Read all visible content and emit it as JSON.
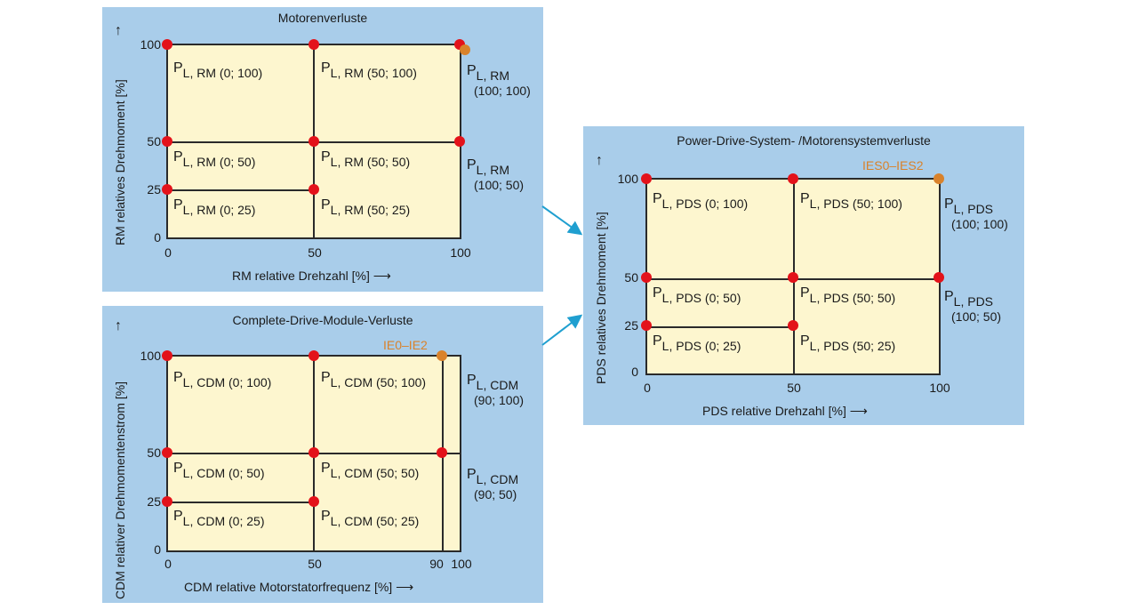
{
  "panel_rm": {
    "title": "Motorenverluste",
    "x_axis_label": "RM relative Drehzahl [%]",
    "y_axis_label": "RM relatives Drehmoment [%]",
    "x_ticks": [
      "0",
      "50",
      "100"
    ],
    "y_ticks": [
      "100",
      "50",
      "25",
      "0"
    ],
    "cells": [
      {
        "sym": "P",
        "sub": "L, RM",
        "coord": "(0; 100)"
      },
      {
        "sym": "P",
        "sub": "L, RM",
        "coord": "(50; 100)"
      },
      {
        "sym": "P",
        "sub": "L, RM",
        "coord": "(0; 50)"
      },
      {
        "sym": "P",
        "sub": "L, RM",
        "coord": "(50; 50)"
      },
      {
        "sym": "P",
        "sub": "L, RM",
        "coord": "(0; 25)"
      },
      {
        "sym": "P",
        "sub": "L, RM",
        "coord": "(50; 25)"
      }
    ],
    "outside": [
      {
        "sym": "P",
        "sub": "L, RM",
        "coord": "(100; 100)"
      },
      {
        "sym": "P",
        "sub": "L, RM",
        "coord": "(100; 50)"
      }
    ]
  },
  "panel_cdm": {
    "title": "Complete-Drive-Module-Verluste",
    "x_axis_label": "CDM relative Motorstatorfrequenz [%]",
    "y_axis_label": "CDM relativer Drehmomentenstrom [%]",
    "x_ticks": [
      "0",
      "50",
      "90",
      "100"
    ],
    "y_ticks": [
      "100",
      "50",
      "25",
      "0"
    ],
    "ie_label": "IE0–IE2",
    "cells": [
      {
        "sym": "P",
        "sub": "L, CDM",
        "coord": "(0; 100)"
      },
      {
        "sym": "P",
        "sub": "L, CDM",
        "coord": "(50; 100)"
      },
      {
        "sym": "P",
        "sub": "L, CDM",
        "coord": "(0; 50)"
      },
      {
        "sym": "P",
        "sub": "L, CDM",
        "coord": "(50; 50)"
      },
      {
        "sym": "P",
        "sub": "L, CDM",
        "coord": "(0; 25)"
      },
      {
        "sym": "P",
        "sub": "L, CDM",
        "coord": "(50; 25)"
      }
    ],
    "outside": [
      {
        "sym": "P",
        "sub": "L, CDM",
        "coord": "(90; 100)"
      },
      {
        "sym": "P",
        "sub": "L, CDM",
        "coord": "(90; 50)"
      }
    ]
  },
  "panel_pds": {
    "title": "Power-Drive-System- /Motorensystemverluste",
    "x_axis_label": "PDS relative Drehzahl [%]",
    "y_axis_label": "PDS relatives Drehmoment [%]",
    "x_ticks": [
      "0",
      "50",
      "100"
    ],
    "y_ticks": [
      "100",
      "50",
      "25",
      "0"
    ],
    "ie_label": "IES0–IES2",
    "cells": [
      {
        "sym": "P",
        "sub": "L, PDS",
        "coord": "(0; 100)"
      },
      {
        "sym": "P",
        "sub": "L, PDS",
        "coord": "(50; 100)"
      },
      {
        "sym": "P",
        "sub": "L, PDS",
        "coord": "(0; 50)"
      },
      {
        "sym": "P",
        "sub": "L, PDS",
        "coord": "(50; 50)"
      },
      {
        "sym": "P",
        "sub": "L, PDS",
        "coord": "(0; 25)"
      },
      {
        "sym": "P",
        "sub": "L, PDS",
        "coord": "(50; 25)"
      }
    ],
    "outside": [
      {
        "sym": "P",
        "sub": "L, PDS",
        "coord": "(100; 100)"
      },
      {
        "sym": "P",
        "sub": "L, PDS",
        "coord": "(100; 50)"
      }
    ]
  },
  "colors": {
    "panel_bg": "#a9cdea",
    "plot_bg": "#fdf6cf",
    "point": "#e3121a",
    "ie_point": "#d9822b",
    "connector": "#1f9fd0"
  }
}
